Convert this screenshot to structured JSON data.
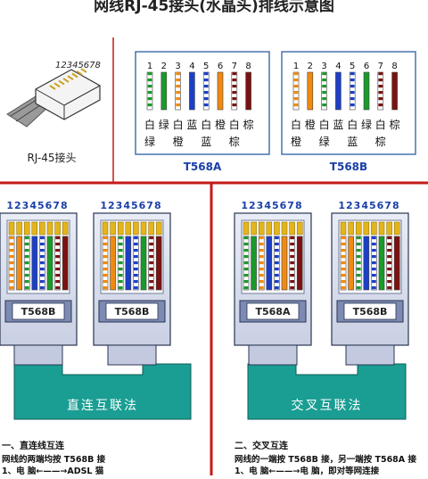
{
  "title": "网线RJ-45接头(水晶头)排线示意图",
  "jack": {
    "pin_label": "12345678",
    "caption": "RJ-45接头"
  },
  "pin_numbers": [
    "1",
    "2",
    "3",
    "4",
    "5",
    "6",
    "7",
    "8"
  ],
  "colors": {
    "white": "#ffffff",
    "green": "#1a9a2a",
    "orange": "#f08a10",
    "blue": "#1c3fc8",
    "brown": "#7a1212",
    "divider": "#c41a1a",
    "connector": "#7d8ab3",
    "cable": "#1a9e93",
    "text_blue": "#1a3fa8"
  },
  "standards": [
    {
      "name": "T568A",
      "wires": [
        "white-green",
        "green",
        "white-orange",
        "blue",
        "white-blue",
        "orange",
        "white-brown",
        "brown"
      ],
      "labels_top": [
        "白",
        "绿",
        "白",
        "蓝",
        "白",
        "橙",
        "白",
        "棕"
      ],
      "labels_bottom": [
        "绿",
        "橙",
        "蓝",
        "棕"
      ]
    },
    {
      "name": "T568B",
      "wires": [
        "white-orange",
        "orange",
        "white-green",
        "blue",
        "white-blue",
        "green",
        "white-brown",
        "brown"
      ],
      "labels_top": [
        "白",
        "橙",
        "白",
        "蓝",
        "白",
        "绿",
        "白",
        "棕"
      ],
      "labels_bottom": [
        "橙",
        "绿",
        "蓝",
        "棕"
      ]
    }
  ],
  "methods": [
    {
      "plugs": [
        "T568B",
        "T568B"
      ],
      "label": "直连互联法",
      "note_title": "一、直连线互连",
      "note_lines": [
        "网线的两端均按 T568B 接",
        "1、电   脑←——→ADSL 猫"
      ]
    },
    {
      "plugs": [
        "T568A",
        "T568B"
      ],
      "label": "交叉互联法",
      "note_title": "二、交叉互连",
      "note_lines": [
        "网线的一端按 T568B 接，另一端按 T568A 接",
        "1、电   脑←——→电   脑，即对等网连接"
      ]
    }
  ]
}
